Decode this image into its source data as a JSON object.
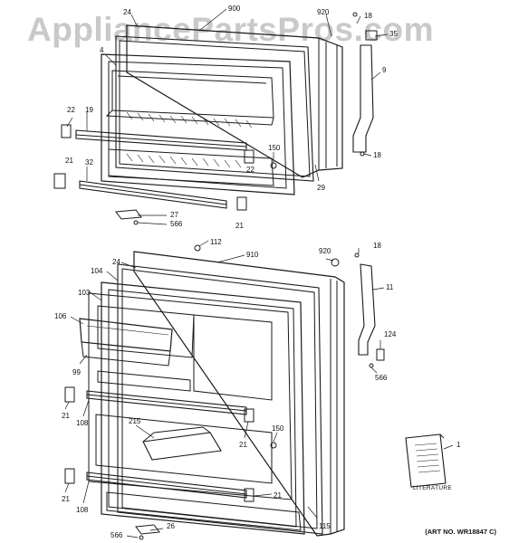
{
  "watermark": "AppliancePartsPros.com",
  "art_number": "(ART NO. WR18847 C)",
  "literature_label": "LITERATURE",
  "callouts": {
    "c24a": "24",
    "c900": "900",
    "c920a": "920",
    "c18a": "18",
    "c35": "35",
    "c4": "4",
    "c9": "9",
    "c22a": "22",
    "c19": "19",
    "c150a": "150",
    "c22b": "22",
    "c18b": "18",
    "c21a": "21",
    "c32": "32",
    "c29": "29",
    "c27": "27",
    "c566a": "566",
    "c21b": "21",
    "c112": "112",
    "c24b": "24",
    "c910": "910",
    "c920b": "920",
    "c18c": "18",
    "c104": "104",
    "c11": "11",
    "c103": "103",
    "c106": "106",
    "c124": "124",
    "c99": "99",
    "c566b": "566",
    "c21c": "21",
    "c108a": "108",
    "c215": "215",
    "c21d": "21",
    "c150b": "150",
    "c1": "1",
    "c21e": "21",
    "c108b": "108",
    "c21f": "21",
    "c115": "115",
    "c26": "26",
    "c566c": "566"
  }
}
